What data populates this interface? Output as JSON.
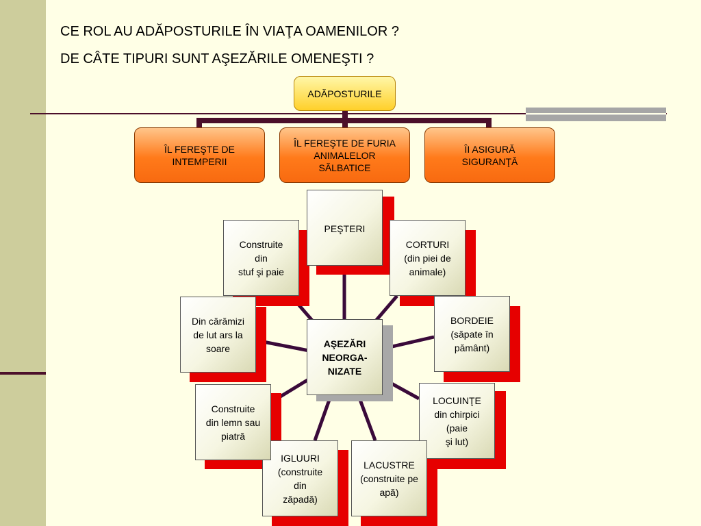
{
  "questions": {
    "line1": "CE ROL AU ADĂPOSTURILE ÎN VIAŢA OAMENILOR ?",
    "line2": "DE CÂTE TIPURI SUNT AŞEZĂRILE OMENEŞTI ?"
  },
  "shelters_tree": {
    "root": "ADĂPOSTURILE",
    "children": [
      "ÎL FEREŞTE DE INTEMPERII",
      "ÎL FEREŞTE DE FURIA ANIMALELOR SĂLBATICE",
      "ÎI ASIGURĂ SIGURANŢĂ"
    ]
  },
  "settlements_diagram": {
    "center": "AŞEZĂRI\nNEORGA-\nNIZATE",
    "types": [
      "PEŞTERI",
      "CORTURI\n(din piei de\nanimale)",
      "BORDEIE\n(săpate în\npământ)",
      "LOCUINŢE\ndin chirpici\n(paie\nşi lut)",
      "LACUSTRE\n(construite pe\napă)",
      "IGLUURI\n(construite\ndin\nzăpadă)",
      "Construite\ndin lemn sau\npiatră",
      "Din cărămizi\nde lut ars la\nsoare",
      "Construite\ndin\nstuf şi paie"
    ]
  },
  "colors": {
    "background": "#FFFFE6",
    "sidebar": "#CDCD9C",
    "rule": "#4B0F2A",
    "card_shadow": "#E60000",
    "root_fill": "#FFD02A",
    "child_fill": "#FF7A1A"
  }
}
